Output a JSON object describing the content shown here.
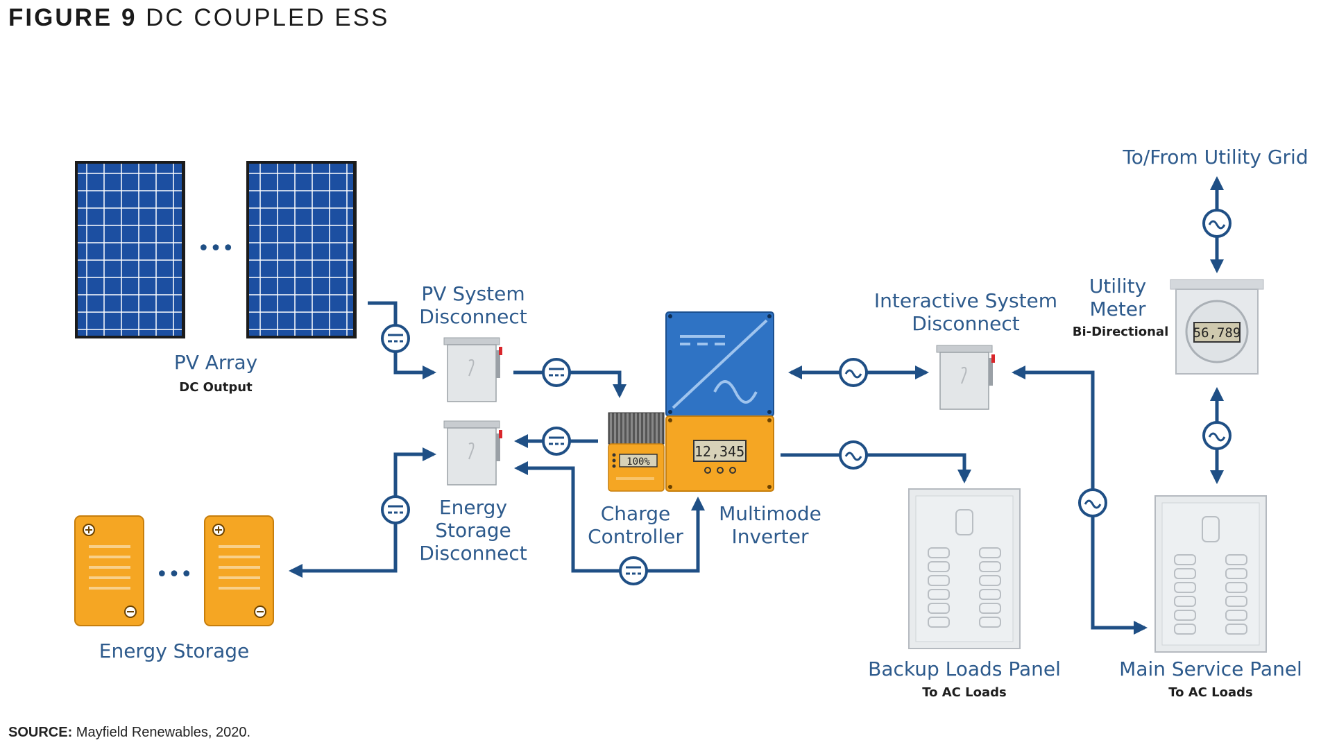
{
  "figure": {
    "number": "FIGURE 9",
    "title": "DC COUPLED ESS"
  },
  "source": {
    "label": "SOURCE:",
    "text": "Mayfield Renewables, 2020."
  },
  "labels": {
    "pv_array": "PV Array",
    "pv_array_sub": "DC Output",
    "pv_disconnect_1": "PV System",
    "pv_disconnect_2": "Disconnect",
    "es_disconnect_1": "Energy",
    "es_disconnect_2": "Storage",
    "es_disconnect_3": "Disconnect",
    "charge_controller_1": "Charge",
    "charge_controller_2": "Controller",
    "inverter_1": "Multimode",
    "inverter_2": "Inverter",
    "isd_1": "Interactive System",
    "isd_2": "Disconnect",
    "meter_1": "Utility",
    "meter_2": "Meter",
    "meter_sub": "Bi-Directional",
    "grid": "To/From Utility Grid",
    "energy_storage": "Energy Storage",
    "backup_panel": "Backup Loads Panel",
    "backup_panel_sub": "To AC Loads",
    "main_panel": "Main Service Panel",
    "main_panel_sub": "To AC Loads"
  },
  "displays": {
    "charge_controller": "100%",
    "inverter": "12,345",
    "meter": "56,789"
  },
  "ellipsis": "•••",
  "colors": {
    "wire": "#1f4f85",
    "label": "#2d5a8c",
    "panel_cell": "#1c4fa1",
    "battery": "#f5a623",
    "inverter_top": "#2f73c4",
    "inverter_bottom": "#f5a623"
  }
}
